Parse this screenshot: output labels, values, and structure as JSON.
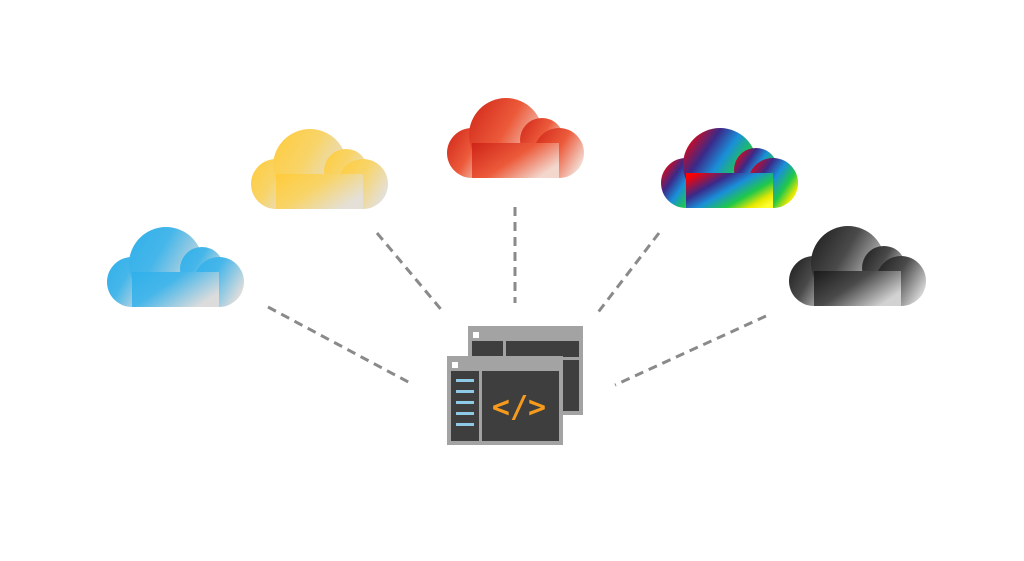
{
  "diagram": {
    "background": "#ffffff",
    "connector_color": "#8a8a8a",
    "clouds": [
      {
        "id": "blue",
        "gradient": [
          "#2fb0ea",
          "#d9d9d9"
        ]
      },
      {
        "id": "yellow",
        "gradient": [
          "#ffcb3a",
          "#e5e0d6"
        ]
      },
      {
        "id": "red",
        "gradient": [
          "#d6261a",
          "#f2cfc4"
        ]
      },
      {
        "id": "rainbow",
        "gradient": [
          "#ff0000",
          "#3a2a8a",
          "#1a8fd9",
          "#1fc84a",
          "#e8e800",
          "#ffff00"
        ]
      },
      {
        "id": "black",
        "gradient": [
          "#1e1e1e",
          "#d0d0d0"
        ]
      }
    ],
    "app_icon": {
      "window_frame_color": "#a3a3a3",
      "window_body_color": "#3e3e3e",
      "sidebar_line_color": "#8ec9e6",
      "code_color": "#f59a1d",
      "code_symbol": "</>"
    }
  }
}
